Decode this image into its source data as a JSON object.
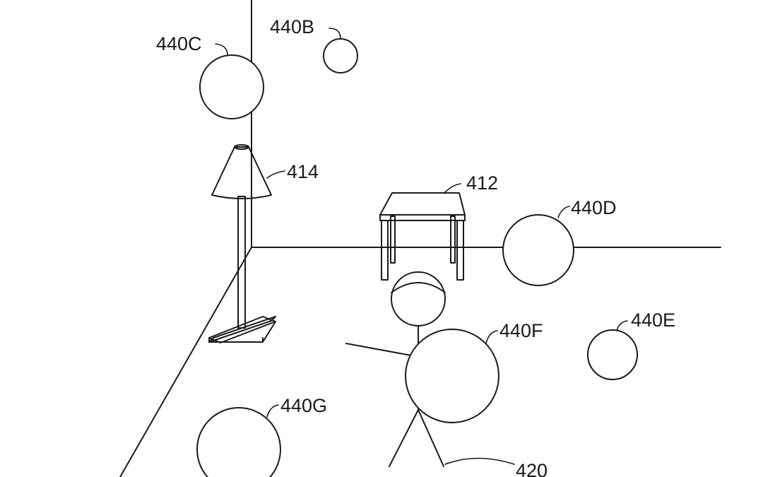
{
  "figure": {
    "labels": {
      "orb_b": "440B",
      "orb_c": "440C",
      "orb_d": "440D",
      "orb_e": "440E",
      "orb_f": "440F",
      "orb_g": "440G",
      "table": "412",
      "lamp": "414",
      "person": "420"
    },
    "colors": {
      "line": "#1a1a1a",
      "background": "#ffffff"
    }
  }
}
